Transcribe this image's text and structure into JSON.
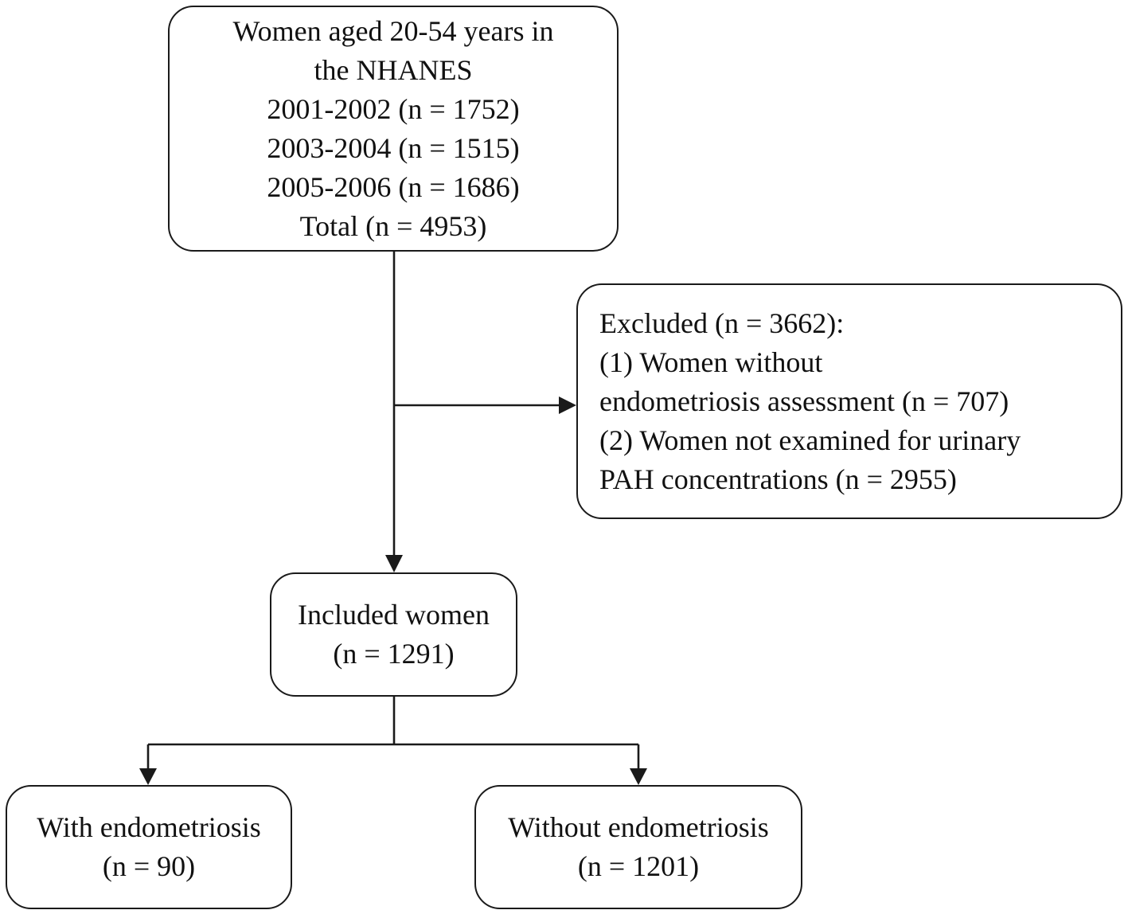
{
  "source_box": {
    "lines": [
      "Women aged 20-54 years in",
      "the NHANES",
      "2001-2002 (n = 1752)",
      "2003-2004 (n = 1515)",
      "2005-2006 (n = 1686)",
      "Total (n = 4953)"
    ]
  },
  "excluded_box": {
    "lines": [
      "Excluded (n = 3662):",
      "(1) Women without",
      "endometriosis assessment (n = 707)",
      "(2) Women not examined for urinary",
      "PAH concentrations (n = 2955)"
    ]
  },
  "included_box": {
    "lines": [
      "Included women",
      "(n = 1291)"
    ]
  },
  "with_box": {
    "lines": [
      "With endometriosis",
      "(n = 90)"
    ]
  },
  "without_box": {
    "lines": [
      "Without endometriosis",
      "(n = 1201)"
    ]
  },
  "colors": {
    "stroke": "#1a1a1a",
    "background": "#ffffff",
    "text": "#111111"
  }
}
